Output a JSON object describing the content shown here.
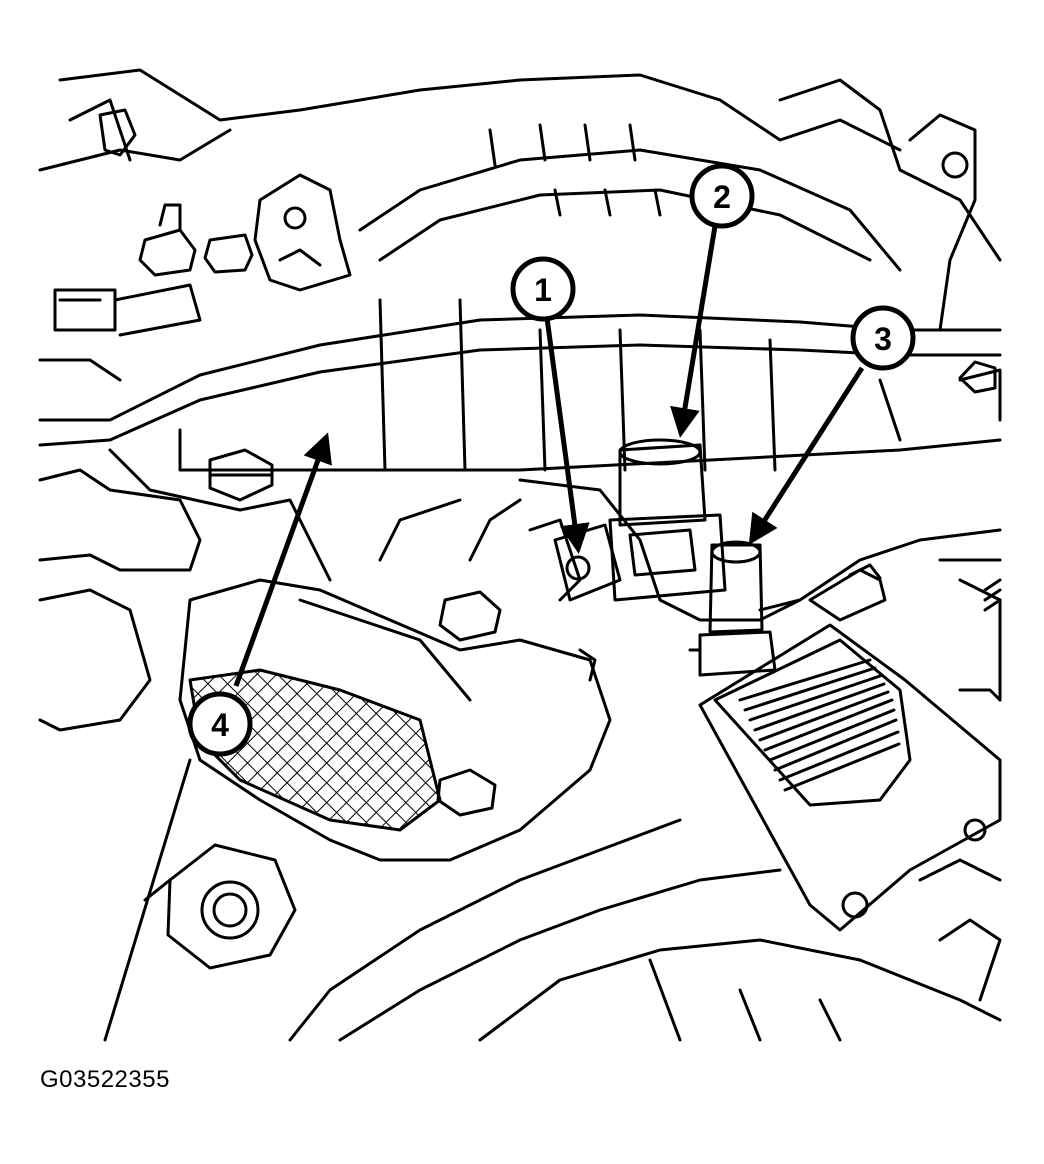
{
  "figure": {
    "id": "G03522355",
    "line_color": "#000000",
    "background": "#ffffff"
  },
  "callouts": [
    {
      "number": "1"
    },
    {
      "number": "2"
    },
    {
      "number": "3"
    },
    {
      "number": "4"
    }
  ]
}
